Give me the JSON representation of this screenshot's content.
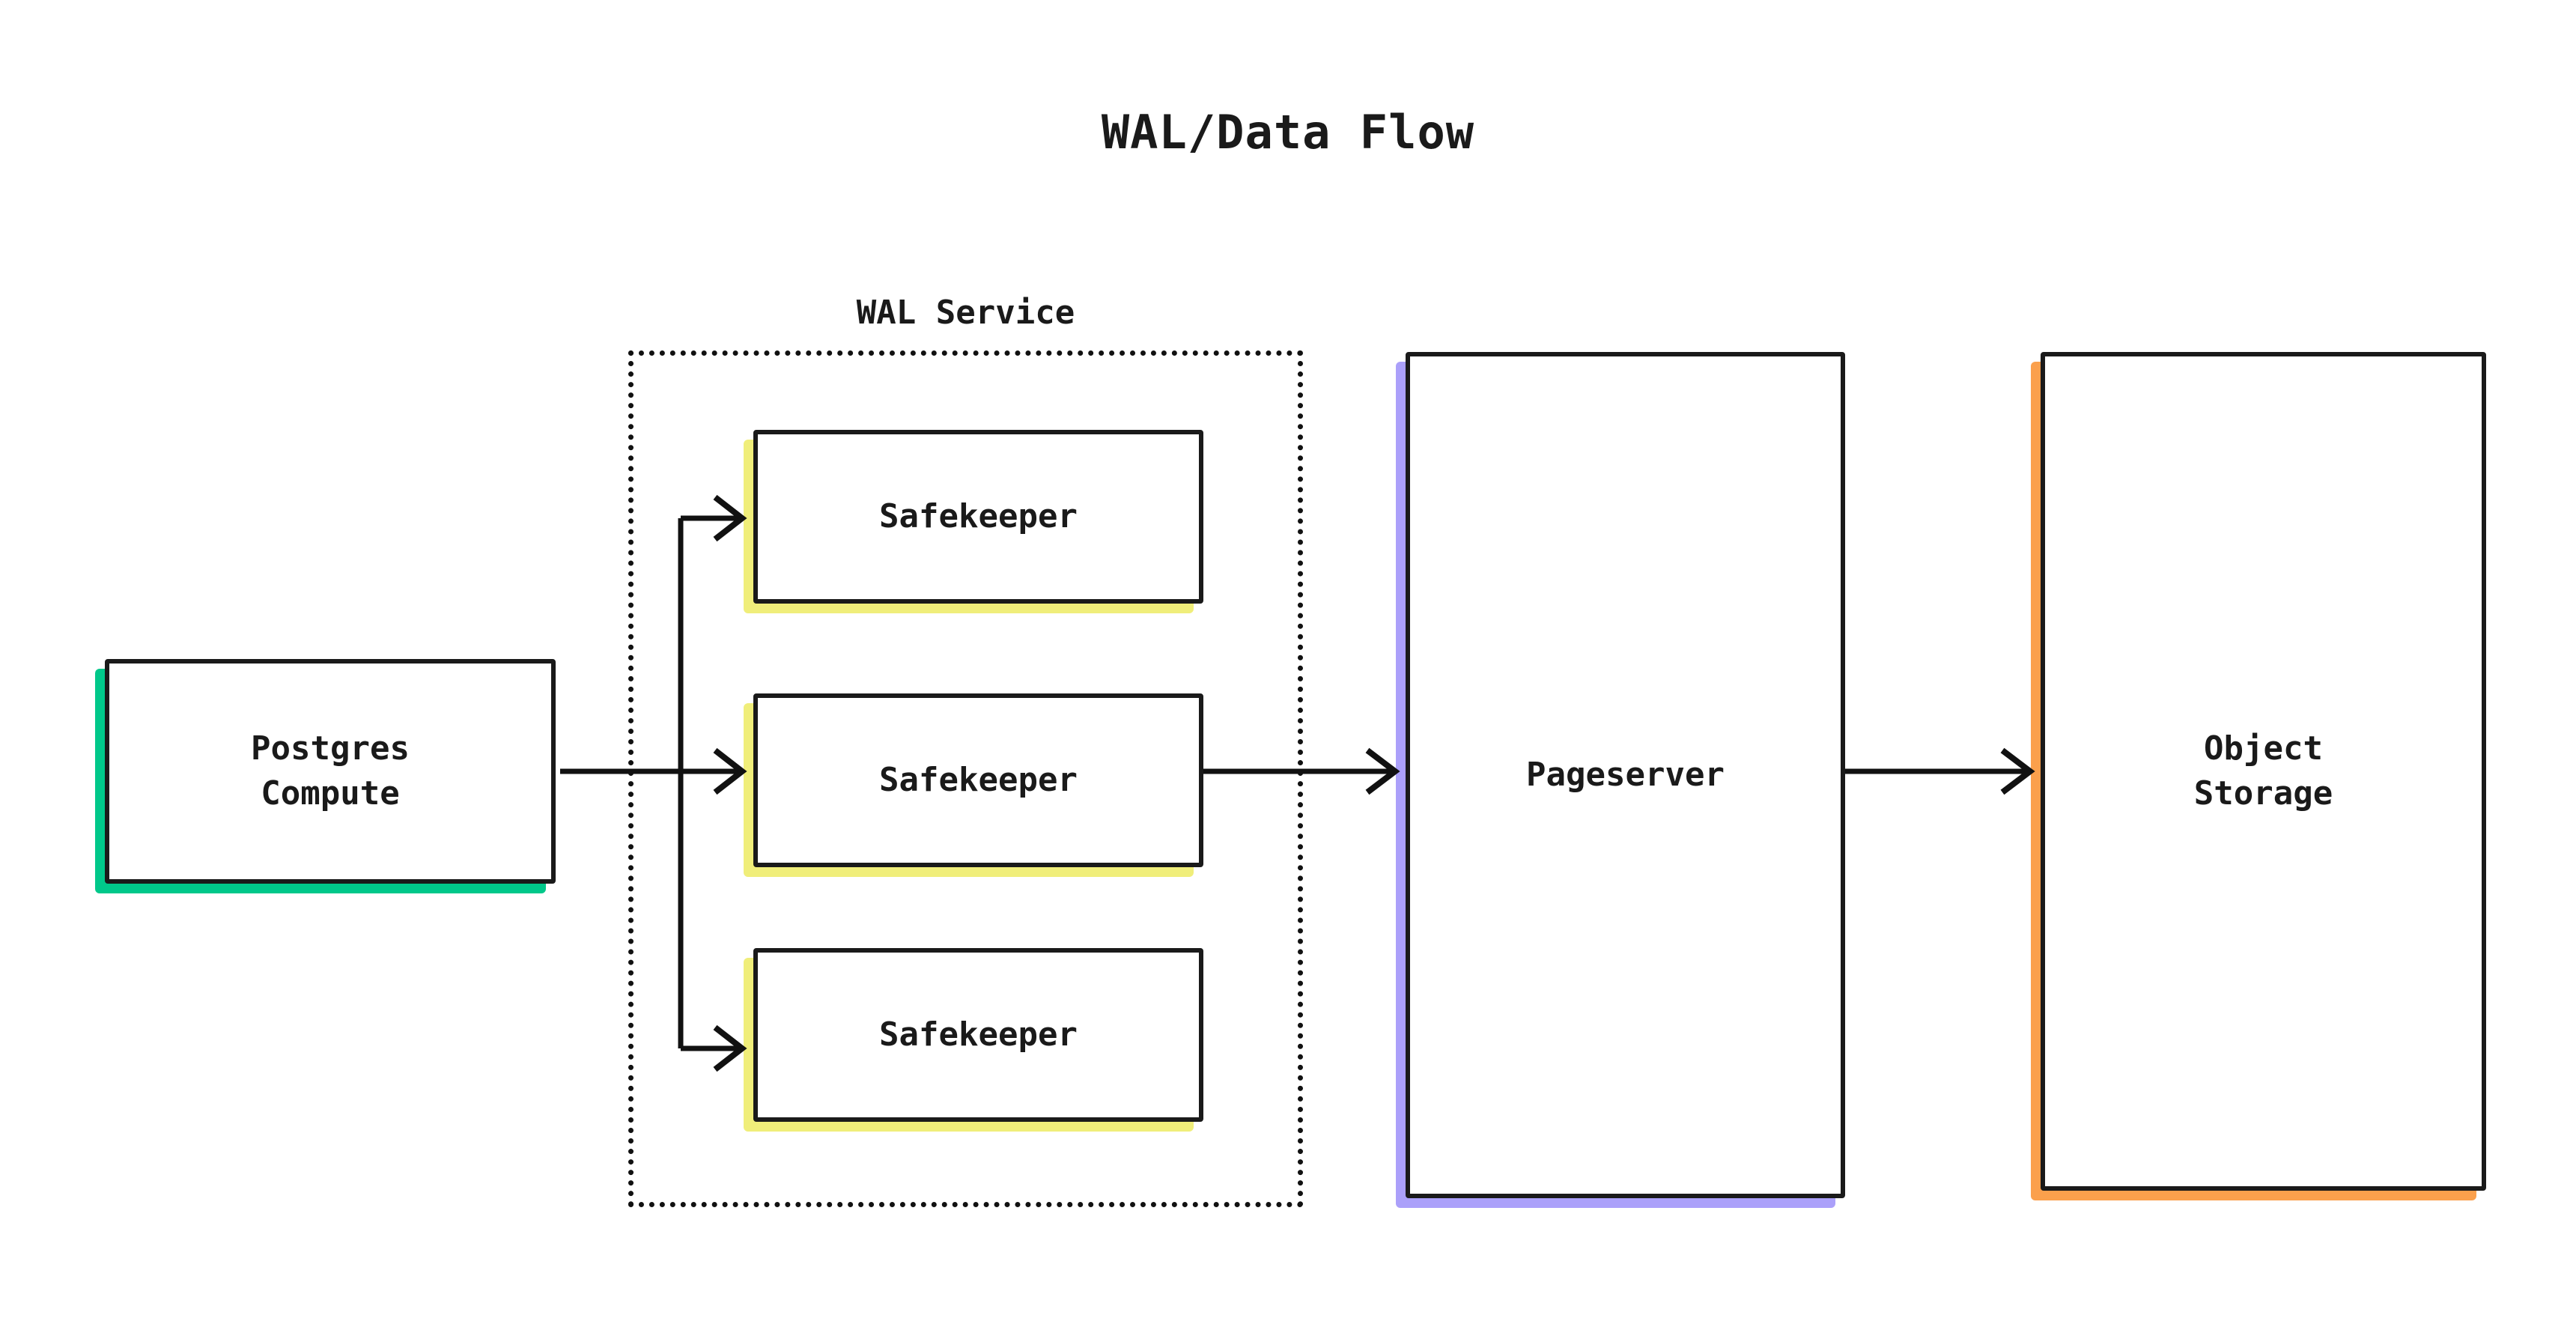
{
  "title": "WAL/Data Flow",
  "cluster": {
    "label": "WAL Service",
    "border_style": "dotted",
    "border_color": "#111111"
  },
  "nodes": [
    {
      "id": "postgres-compute",
      "label": "Postgres\nCompute",
      "shadow_color": "#00C88A",
      "border_color": "#1a1a1a",
      "fill": "#ffffff"
    },
    {
      "id": "safekeeper-1",
      "label": "Safekeeper",
      "shadow_color": "#F0EE7A",
      "border_color": "#1a1a1a",
      "fill": "#ffffff"
    },
    {
      "id": "safekeeper-2",
      "label": "Safekeeper",
      "shadow_color": "#F0EE7A",
      "border_color": "#1a1a1a",
      "fill": "#ffffff"
    },
    {
      "id": "safekeeper-3",
      "label": "Safekeeper",
      "shadow_color": "#F0EE7A",
      "border_color": "#1a1a1a",
      "fill": "#ffffff"
    },
    {
      "id": "pageserver",
      "label": "Pageserver",
      "shadow_color": "#ABA0FA",
      "border_color": "#1a1a1a",
      "fill": "#ffffff"
    },
    {
      "id": "object-storage",
      "label": "Object\nStorage",
      "shadow_color": "#FBA04C",
      "border_color": "#1a1a1a",
      "fill": "#ffffff"
    }
  ],
  "edges": [
    {
      "id": "edge-postgres-to-safekeeper-1",
      "from": "postgres-compute",
      "to": "safekeeper-1",
      "arrow": "open"
    },
    {
      "id": "edge-postgres-to-safekeeper-2",
      "from": "postgres-compute",
      "to": "safekeeper-2",
      "arrow": "open"
    },
    {
      "id": "edge-postgres-to-safekeeper-3",
      "from": "postgres-compute",
      "to": "safekeeper-3",
      "arrow": "open"
    },
    {
      "id": "edge-safekeeper-2-to-pageserver",
      "from": "safekeeper-2",
      "to": "pageserver",
      "arrow": "open"
    },
    {
      "id": "edge-pageserver-to-object-storage",
      "from": "pageserver",
      "to": "object-storage",
      "arrow": "open"
    }
  ],
  "chart_data": {
    "type": "diagram",
    "title": "WAL/Data Flow",
    "diagram_kind": "flow",
    "groups": [
      {
        "name": "WAL Service",
        "members": [
          "safekeeper-1",
          "safekeeper-2",
          "safekeeper-3"
        ]
      }
    ],
    "node_labels": [
      "Postgres Compute",
      "Safekeeper",
      "Safekeeper",
      "Safekeeper",
      "Pageserver",
      "Object Storage"
    ],
    "links": [
      [
        "Postgres Compute",
        "Safekeeper"
      ],
      [
        "Postgres Compute",
        "Safekeeper"
      ],
      [
        "Postgres Compute",
        "Safekeeper"
      ],
      [
        "Safekeeper",
        "Pageserver"
      ],
      [
        "Pageserver",
        "Object Storage"
      ]
    ],
    "palette": {
      "postgres": "#00C88A",
      "safekeeper": "#F0EE7A",
      "pageserver": "#ABA0FA",
      "object_storage": "#FBA04C",
      "stroke": "#1a1a1a",
      "background": "#ffffff"
    }
  }
}
